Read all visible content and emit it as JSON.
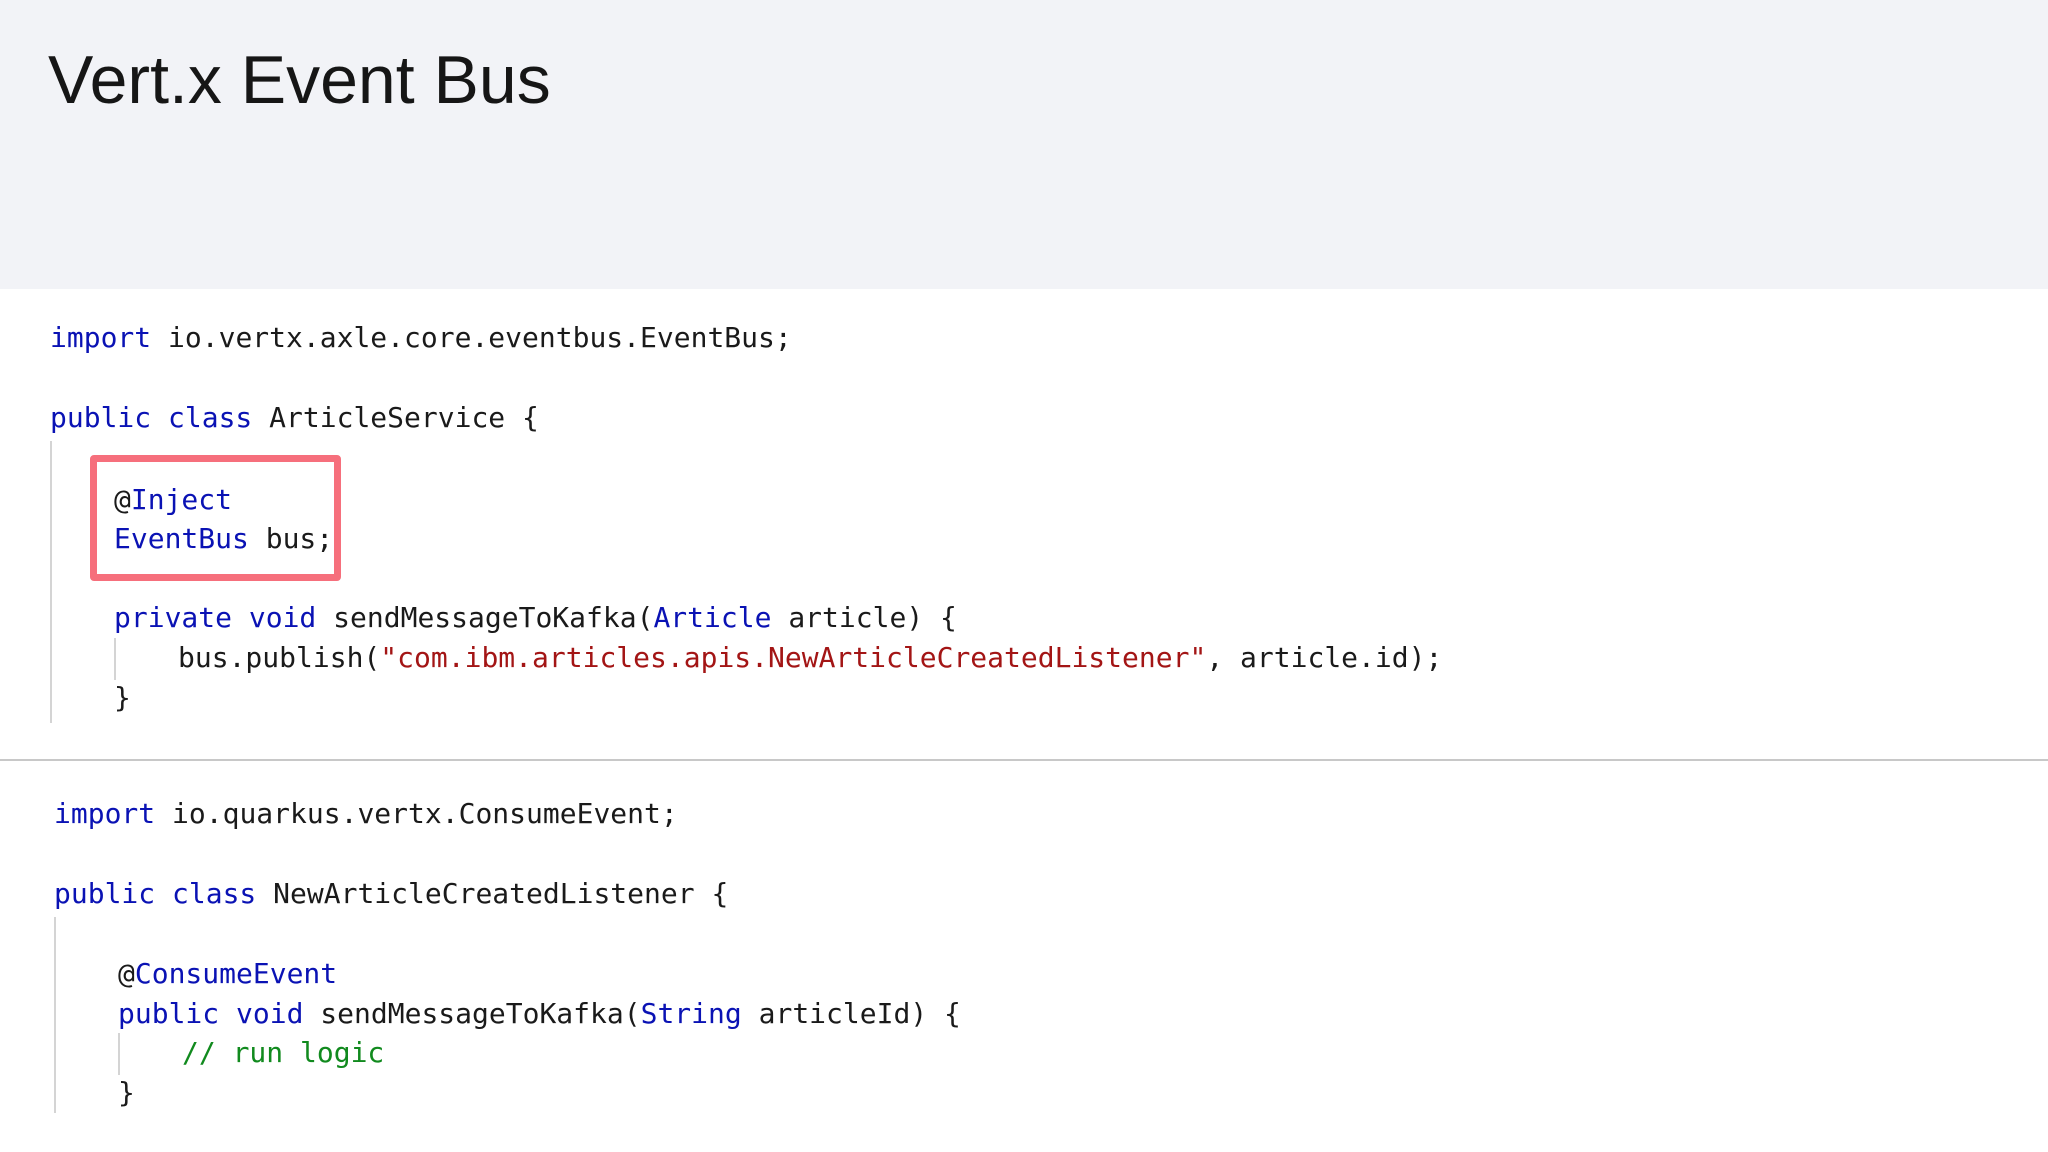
{
  "title": "Vert.x Event Bus",
  "block1": {
    "import_kw": "import",
    "import_path": " io.vertx.axle.core.eventbus.EventBus;",
    "public_class_kw": "public class",
    "class_name": " ArticleService {",
    "annotation_at": "@",
    "annotation_name": "Inject",
    "field_type": "EventBus",
    "field_rest": " bus;",
    "method_mod": "private void",
    "method_name": " sendMessageToKafka(",
    "param_type": "Article",
    "param_rest": " article) {",
    "call_start": "bus.publish(",
    "call_string": "\"com.ibm.articles.apis.NewArticleCreatedListener\"",
    "call_end": ", article.id);",
    "close_brace": "}"
  },
  "block2": {
    "import_kw": "import",
    "import_path": " io.quarkus.vertx.ConsumeEvent;",
    "public_class_kw": "public class",
    "class_name": " NewArticleCreatedListener {",
    "annotation_at": "@",
    "annotation_name": "ConsumeEvent",
    "method_mod": "public void",
    "method_name": " sendMessageToKafka(",
    "param_type": "String",
    "param_rest": " articleId) {",
    "comment": "// run logic",
    "close_brace": "}"
  },
  "colors": {
    "keyword": "#0a12b4",
    "string": "#a31515",
    "comment": "#118a1e",
    "highlight": "#f66f7c",
    "header_bg": "#f2f3f7"
  }
}
